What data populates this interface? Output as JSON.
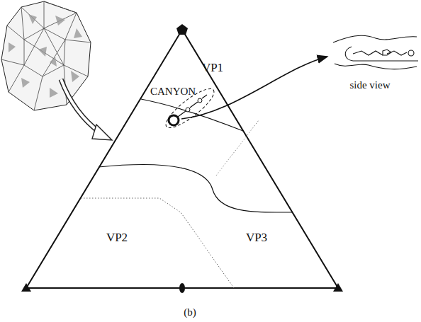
{
  "diagram": {
    "caption": "(b)",
    "labels": [
      "VP1",
      "CANYON",
      "VP2",
      "VP3",
      "side view"
    ]
  }
}
